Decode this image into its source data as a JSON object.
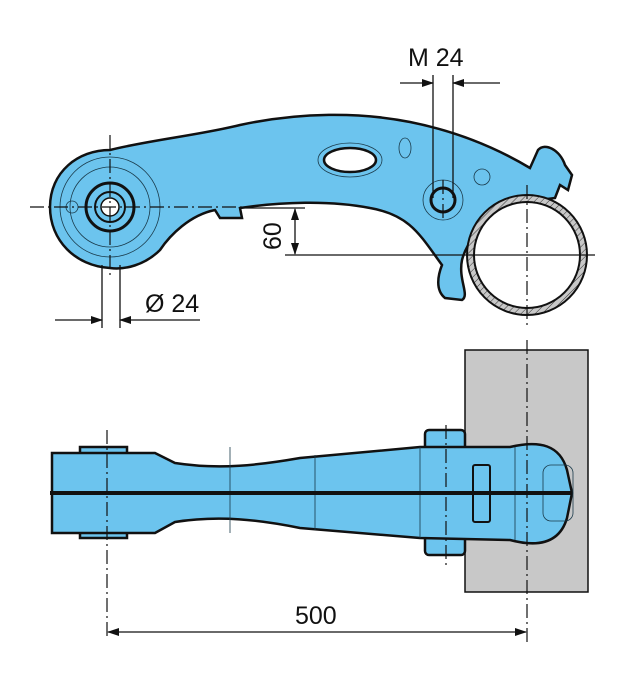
{
  "drawing": {
    "top_view": {
      "bolt_thread_label": "M 24",
      "height_offset_label": "60",
      "bushing_diameter_label": "Ø 24"
    },
    "bottom_view": {
      "length_label": "500"
    },
    "colors": {
      "part_fill": "#6cc4ee",
      "axle_fill": "#c8c8c8",
      "line": "#111111"
    }
  }
}
